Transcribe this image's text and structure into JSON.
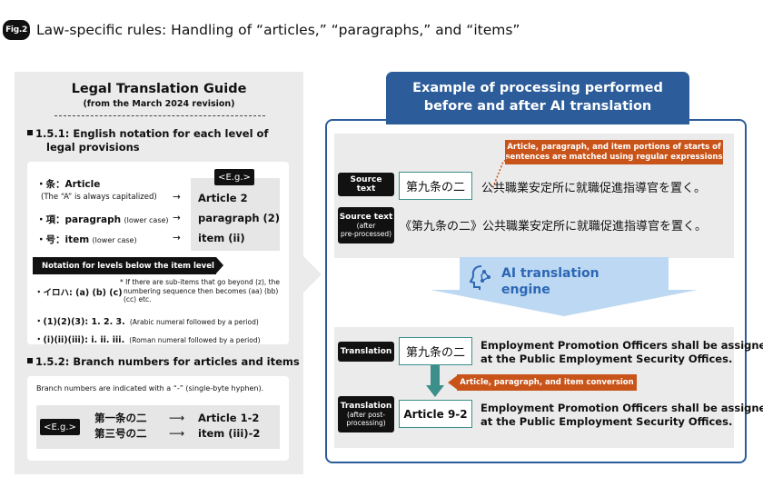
{
  "header": {
    "badge": "Fig.2",
    "title": "Law-specific rules: Handling of “articles,” “paragraphs,” and “items”"
  },
  "left": {
    "title": "Legal Translation Guide",
    "subtitle": "(from the March 2024 revision)",
    "section1": {
      "line1": "1.5.1: English notation for each level of",
      "line2": "legal provisions"
    },
    "eg_label": "<E.g.>",
    "rows": [
      {
        "jp": "・条：",
        "en": "Article",
        "note": "",
        "result": "Article 2"
      },
      {
        "jp": "・項：",
        "en": "paragraph",
        "note": "(lower case)",
        "result": "paragraph (2)"
      },
      {
        "jp": "・号：",
        "en": "item",
        "note": "(lower case)",
        "result": "item (ii)"
      }
    ],
    "article_note": "(The “A” is always capitalized)",
    "arrow": "→",
    "notation_bar": "Notation for levels below the item level",
    "notations": {
      "iroha": "・イロハ: (a) (b) (c)",
      "iroha_note_1": "* If there are sub-items that go beyond (z), the",
      "iroha_note_2": "numbering  sequence then becomes (aa) (bb)",
      "iroha_note_3": "(cc) etc.",
      "arabic": "・(1)(2)(3): 1. 2. 3.",
      "arabic_note": "(Arabic numeral followed by a period)",
      "roman": "・(i)(ii)(iii): i. ii. iii.",
      "roman_note": "(Roman numeral followed by a period)"
    },
    "section2": {
      "heading": "1.5.2: Branch numbers for articles and items",
      "desc": "Branch numbers are indicated with a “-” (single-byte hyphen).",
      "eg_label": "<E.g.>",
      "examples": [
        {
          "jp": "第一条の二",
          "arrow": "⟶",
          "en": "Article 1-2"
        },
        {
          "jp": "第三号の二",
          "arrow": "⟶",
          "en": "item (iii)-2"
        }
      ]
    }
  },
  "right": {
    "header_line1": "Example of processing performed",
    "header_line2": "before and after AI translation",
    "callout_regex_1": "Article, paragraph, and item portions of starts of",
    "callout_regex_2": "sentences are matched using regular expressions",
    "source_label_1": "Source",
    "source_label_2": "text",
    "source_article": "第九条の二",
    "source_rest": "公共職業安定所に就職促進指導官を置く。",
    "preproc_label": "Source text",
    "preproc_sub": "(after",
    "preproc_sub2": "pre-processed)",
    "preproc_text": "《第九条の二》公共職業安定所に就職促進指導官を置く。",
    "engine_line1": "AI translation",
    "engine_line2": "engine",
    "translation_label": "Translation",
    "translation_article": "第九条の二",
    "translation_text_1": "Employment Promotion Officers shall be assigned",
    "translation_text_2": "at the Public Employment Security Offices.",
    "callout_conversion": "Article, paragraph, and item conversion",
    "post_label": "Translation",
    "post_sub": "(after post-",
    "post_sub2": "processing)",
    "post_article": "Article 9-2",
    "post_text_1": "Employment Promotion Officers shall be assigned",
    "post_text_2": "at the Public Employment Security Offices."
  },
  "colors": {
    "accent_blue": "#2c5d9a",
    "engine_blue": "#2c67b4",
    "teal": "#3d8f8b",
    "orange": "#c9541a",
    "panel_grey": "#ebebeb"
  }
}
